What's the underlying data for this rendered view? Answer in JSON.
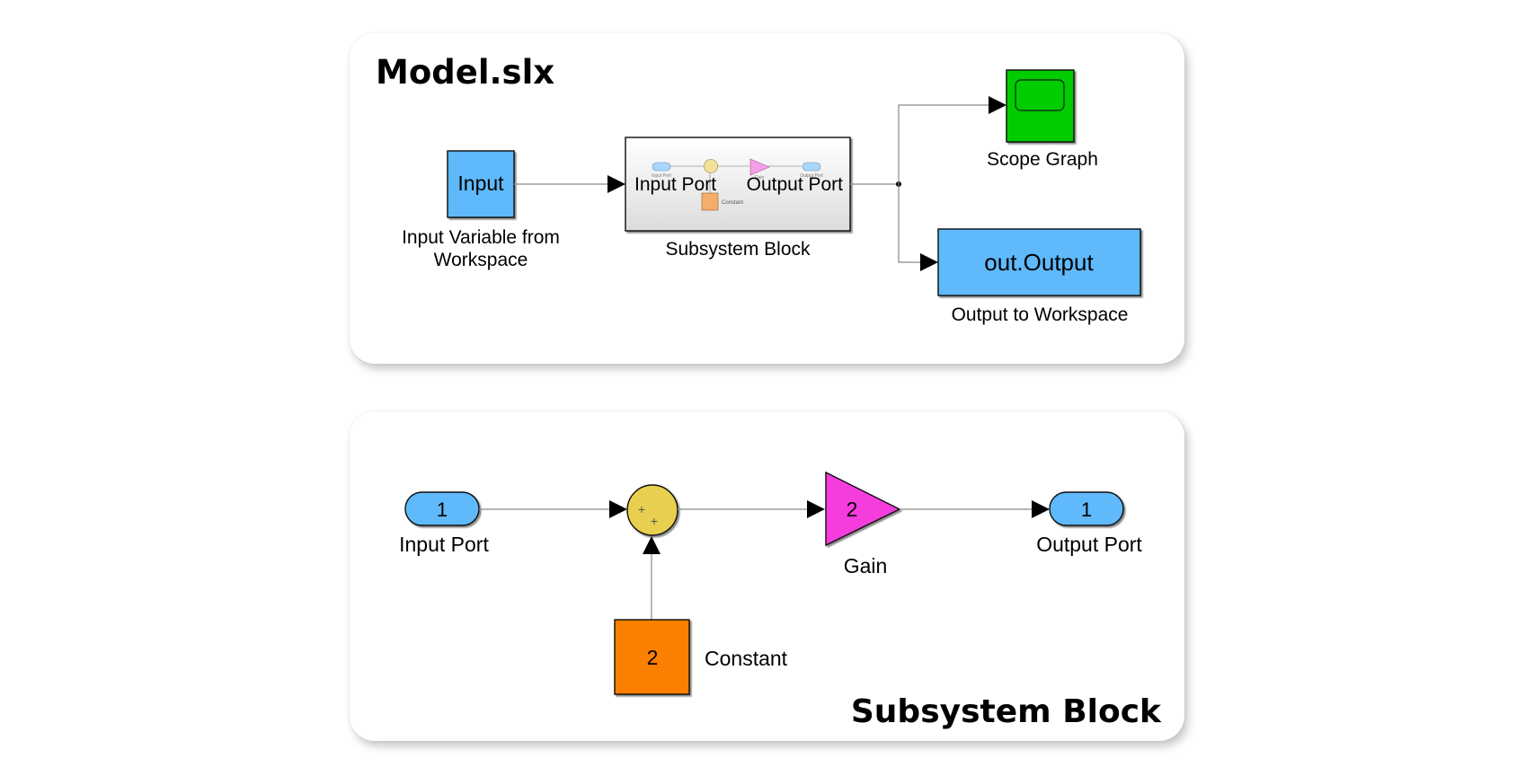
{
  "model_panel": {
    "title": "Model.slx",
    "blocks": {
      "input": {
        "text": "Input",
        "label_line1": "Input Variable from",
        "label_line2": "Workspace",
        "color": "#5eb9fb"
      },
      "subsystem": {
        "label": "Subsystem Block",
        "port_in_label": "Input Port",
        "port_out_label": "Output Port",
        "mini_input_label": "Input Port",
        "mini_output_label": "Output Port",
        "mini_constant_label": "Constant",
        "mini_gain_label": "Gain"
      },
      "scope": {
        "label": "Scope Graph",
        "color": "#00cc00"
      },
      "output": {
        "text": "out.Output",
        "label": "Output to Workspace",
        "color": "#5eb9fb"
      }
    }
  },
  "subsystem_panel": {
    "title": "Subsystem Block",
    "blocks": {
      "input_port": {
        "text": "1",
        "label": "Input Port",
        "color": "#5eb9fb"
      },
      "sum": {
        "signs": [
          "+",
          "+"
        ],
        "color": "#e8cf50"
      },
      "gain": {
        "text": "2",
        "label": "Gain",
        "color": "#f43ddc"
      },
      "output_port": {
        "text": "1",
        "label": "Output Port",
        "color": "#5eb9fb"
      },
      "constant": {
        "text": "2",
        "label": "Constant",
        "color": "#fb7f00"
      }
    }
  }
}
